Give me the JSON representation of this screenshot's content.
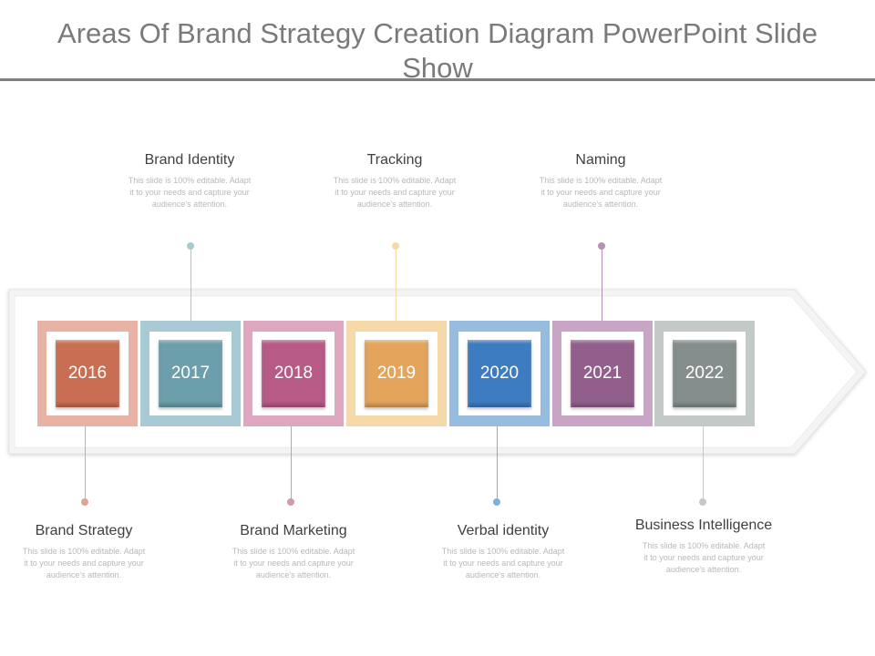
{
  "title": "Areas Of Brand Strategy Creation Diagram PowerPoint Slide Show",
  "timeline": [
    {
      "year": "2016",
      "outer": "#e8b2a4",
      "block": "#c96e52"
    },
    {
      "year": "2017",
      "outer": "#a9c9d4",
      "block": "#6c9fac"
    },
    {
      "year": "2018",
      "outer": "#dca7bf",
      "block": "#b75a86"
    },
    {
      "year": "2019",
      "outer": "#f6d9a9",
      "block": "#e3a55c"
    },
    {
      "year": "2020",
      "outer": "#97bcdd",
      "block": "#3d7cc0"
    },
    {
      "year": "2021",
      "outer": "#c8a5c5",
      "block": "#925f8c"
    },
    {
      "year": "2022",
      "outer": "#c3c9c7",
      "block": "#858e8c"
    }
  ],
  "top_labels": [
    {
      "heading": "Brand Identity",
      "body": "This slide is 100% editable. Adapt it to your needs and capture your audience's attention.",
      "color": "#a9c9d4"
    },
    {
      "heading": "Tracking",
      "body": "This slide is 100% editable. Adapt it to your needs and capture your audience's attention.",
      "color": "#f6d9a9"
    },
    {
      "heading": "Naming",
      "body": "This slide is 100% editable. Adapt it to your needs and capture your audience's attention.",
      "color": "#b88fb5"
    }
  ],
  "bottom_labels": [
    {
      "heading": "Brand Strategy",
      "body": "This slide is 100% editable. Adapt it to your needs and capture your audience's attention.",
      "color": "#e0a496"
    },
    {
      "heading": "Brand Marketing",
      "body": "This slide is 100% editable. Adapt it to your needs and capture your audience's attention.",
      "color": "#cc9ab1"
    },
    {
      "heading": "Verbal identity",
      "body": "This slide is 100% editable. Adapt it to your needs and capture your audience's attention.",
      "color": "#7fb0d8"
    },
    {
      "heading": "Business Intelligence",
      "body": "This slide is 100% editable. Adapt it to your needs and capture your audience's attention.",
      "color": "#c3c9c7"
    }
  ]
}
